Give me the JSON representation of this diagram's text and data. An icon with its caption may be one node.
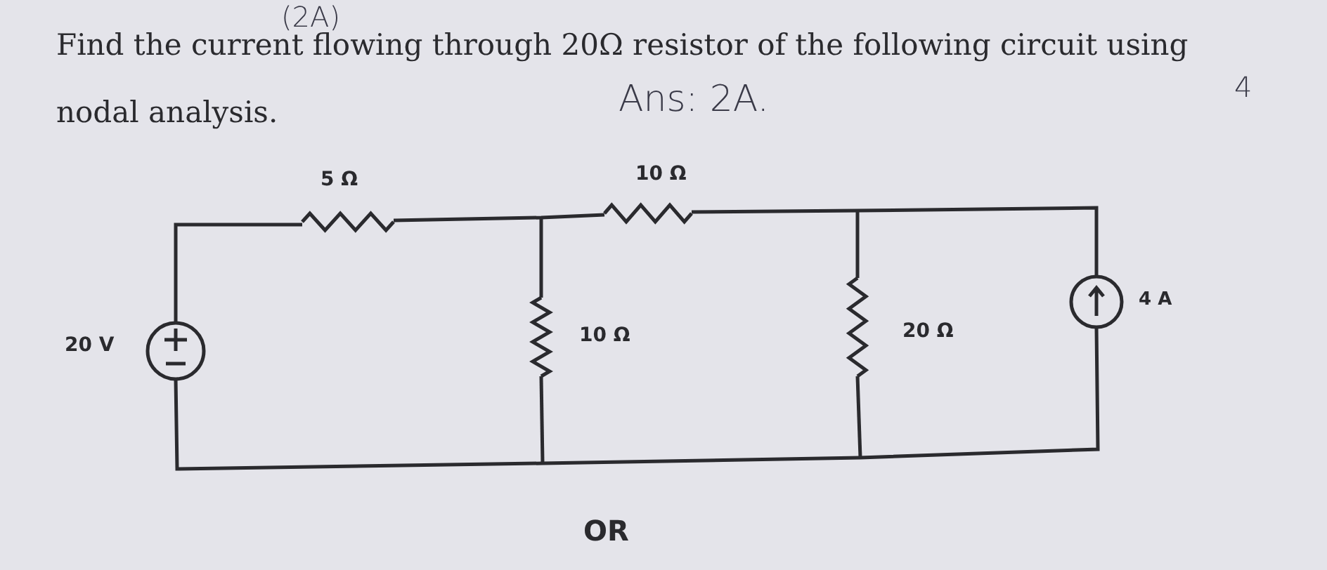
{
  "diagram": {
    "labels": [
      "Find the current flowing through 20Ω resistor of the following circuit using nodal analysis.",
      "(2A)",
      "Ans: 2A.",
      "4",
      "5 Ω",
      "10 Ω",
      "20 V",
      "10 Ω",
      "20 Ω",
      "4 A",
      "OR"
    ]
  }
}
